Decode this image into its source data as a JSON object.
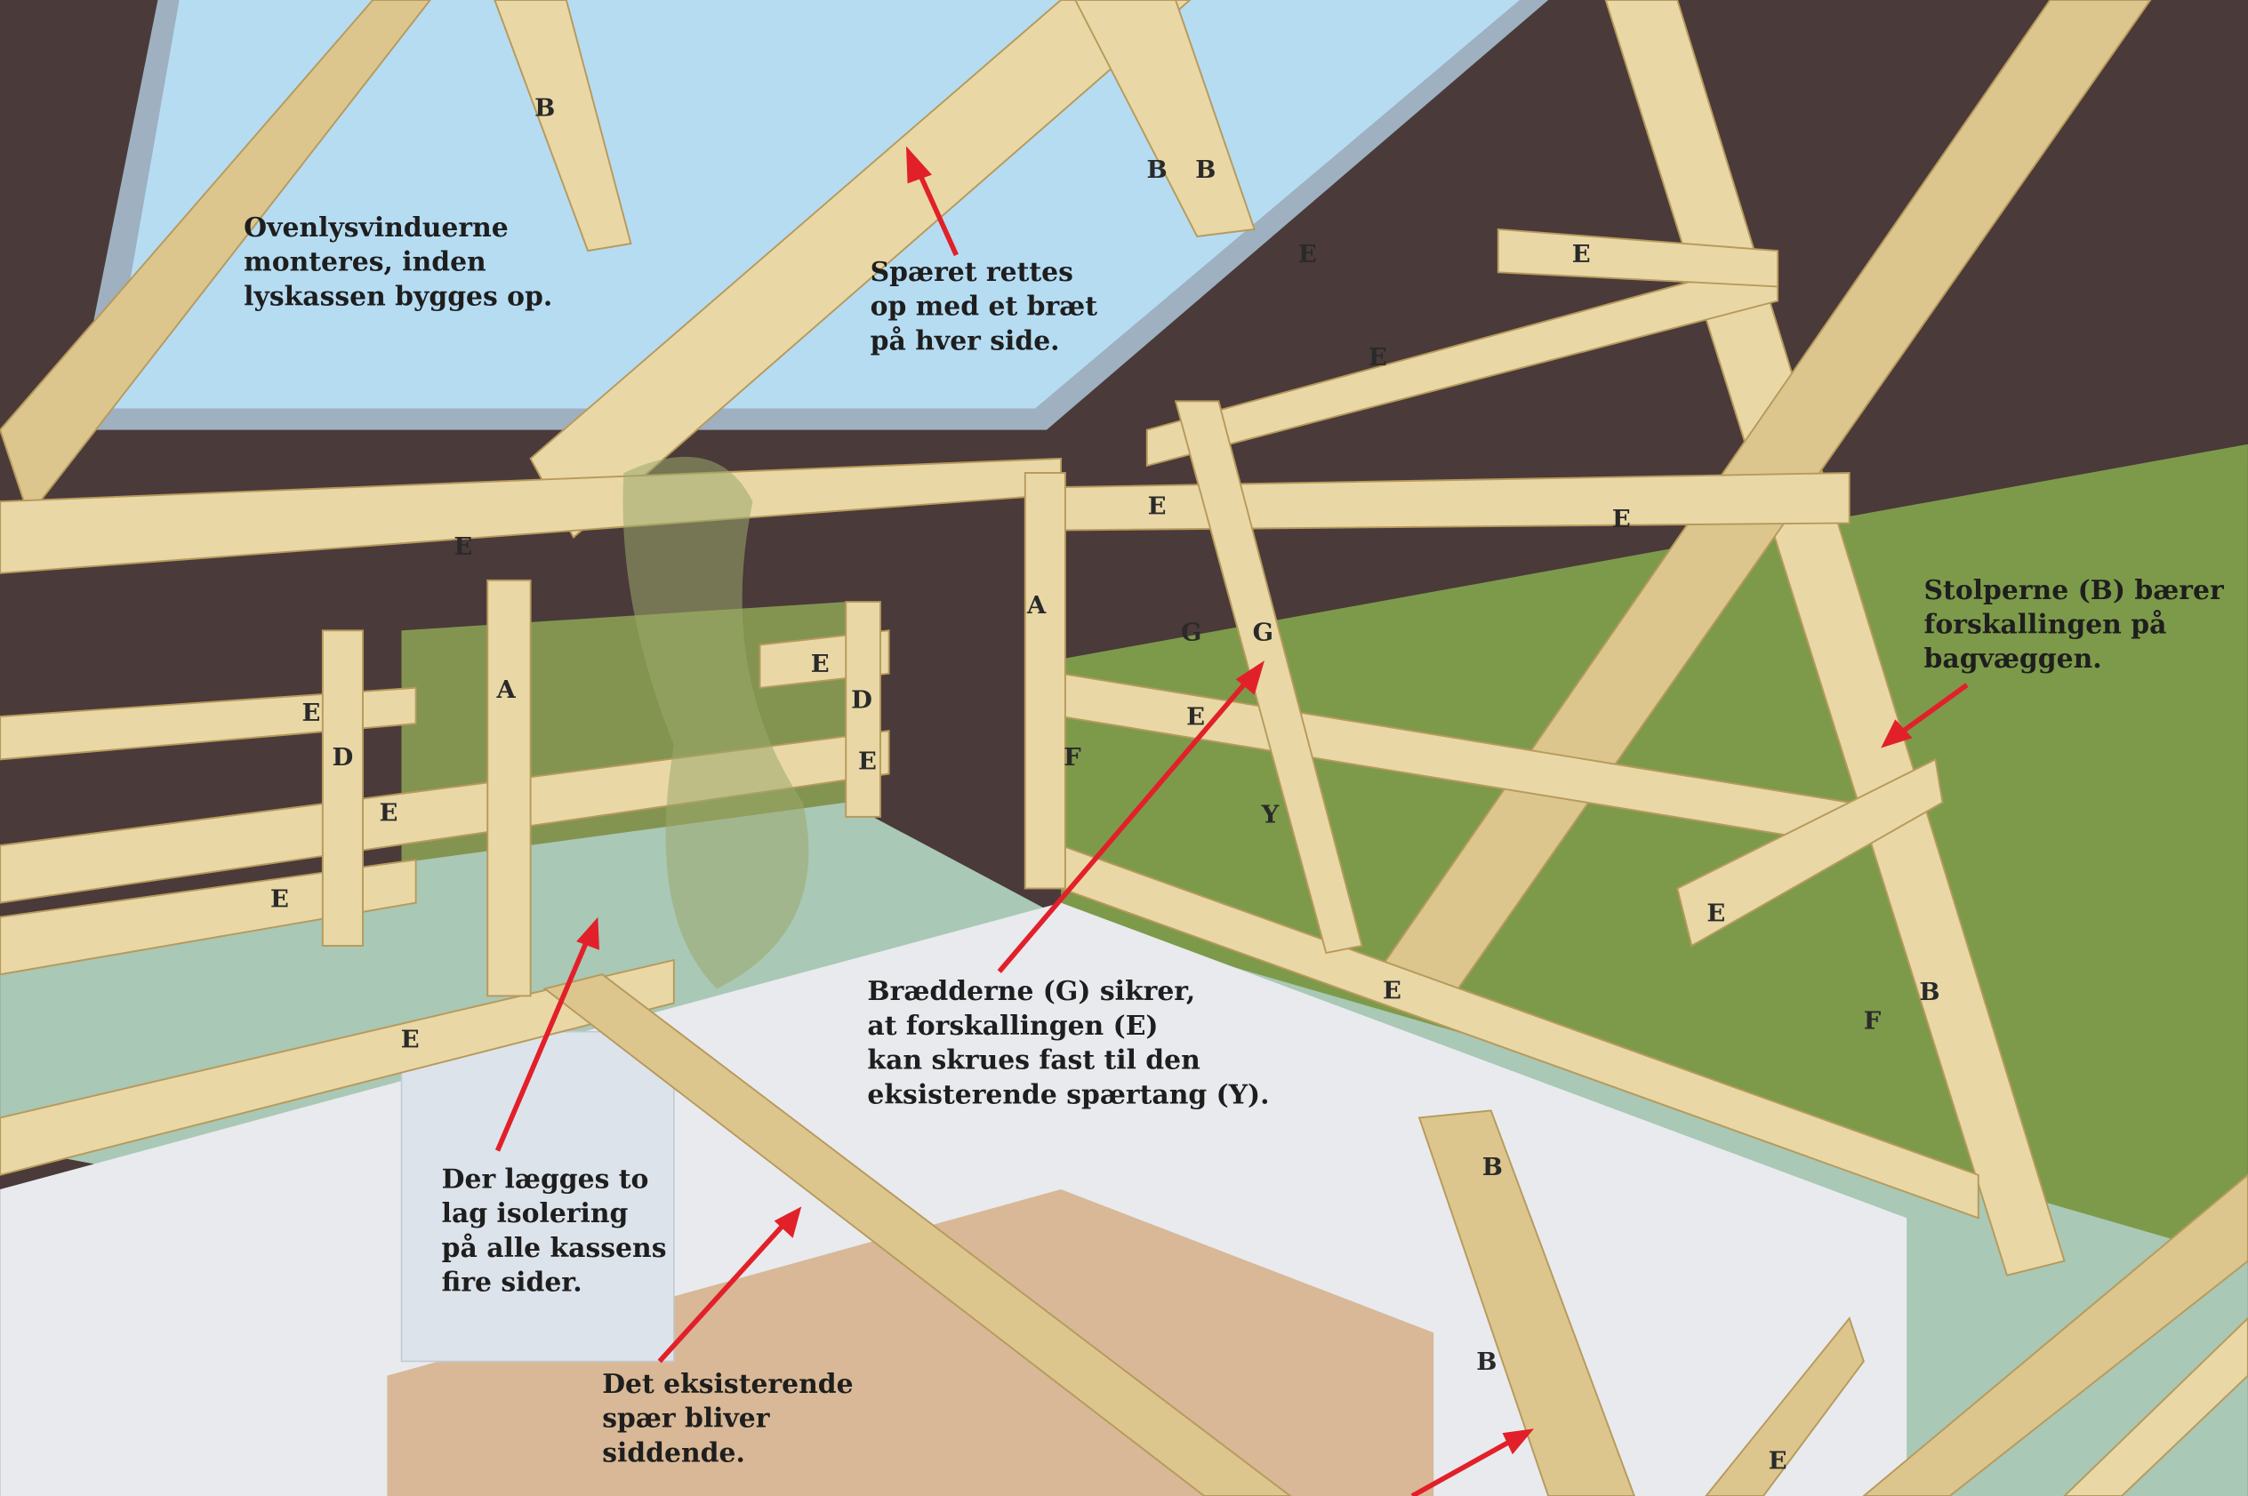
{
  "callouts": {
    "skylights": [
      "Ovenlysvinduerne",
      "monteres, inden",
      "lyskassen bygges op."
    ],
    "rafter_straighten": [
      "Spæret rettes",
      "op med et bræt",
      "på hver side."
    ],
    "posts": [
      "Stolperne (B) bærer",
      "forskallingen på",
      "bagvæggen."
    ],
    "boards": [
      "Brædderne (G) sikrer,",
      "at forskallingen (E)",
      "kan skrues fast til den",
      "eksisterende spærtang (Y)."
    ],
    "insulation": [
      "Der lægges to",
      "lag isolering",
      "på alle kassens",
      "fire sider."
    ],
    "existing_rafter": [
      "Det eksisterende",
      "spær bliver",
      "siddende."
    ]
  },
  "labels": [
    "B",
    "B",
    "B",
    "E",
    "E",
    "E",
    "E",
    "E",
    "E",
    "A",
    "G",
    "G",
    "A",
    "E",
    "D",
    "E",
    "D",
    "E",
    "F",
    "E",
    "E",
    "Y",
    "E",
    "E",
    "E",
    "B",
    "F",
    "E",
    "B",
    "B",
    "E"
  ],
  "colors": {
    "roof": "#4a3a3a",
    "sky": "#b6dcf2",
    "insulation": "#7d9a4a",
    "wood": "#e9d8a6",
    "arrow": "#e2202a",
    "wall": "#e8eaee",
    "floor": "#d8b896"
  }
}
